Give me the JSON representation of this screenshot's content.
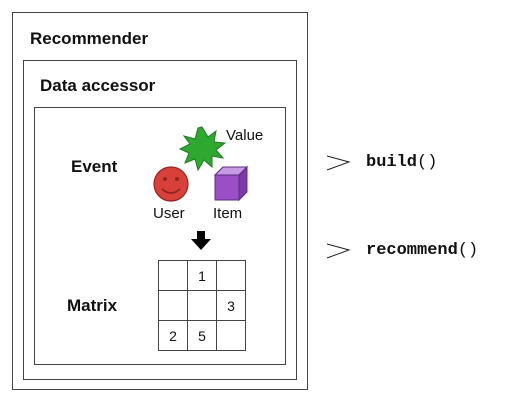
{
  "recommender": {
    "title": "Recommender"
  },
  "data_accessor": {
    "title": "Data accessor"
  },
  "event": {
    "label": "Event",
    "value": "Value",
    "user": "User",
    "item": "Item"
  },
  "matrix": {
    "label": "Matrix",
    "cells": [
      [
        "",
        "1",
        ""
      ],
      [
        "",
        "",
        "3"
      ],
      [
        "2",
        "5",
        ""
      ]
    ]
  },
  "methods": [
    {
      "name": "build",
      "parens": "()"
    },
    {
      "name": "recommend",
      "parens": "()"
    }
  ],
  "colors": {
    "user": "#d9403a",
    "item": "#9b4fc4",
    "value": "#2fa82f"
  },
  "icons": {
    "user": "smiley-icon",
    "item": "cube-icon",
    "value": "starburst-icon",
    "arrow": "down-arrow-icon"
  }
}
